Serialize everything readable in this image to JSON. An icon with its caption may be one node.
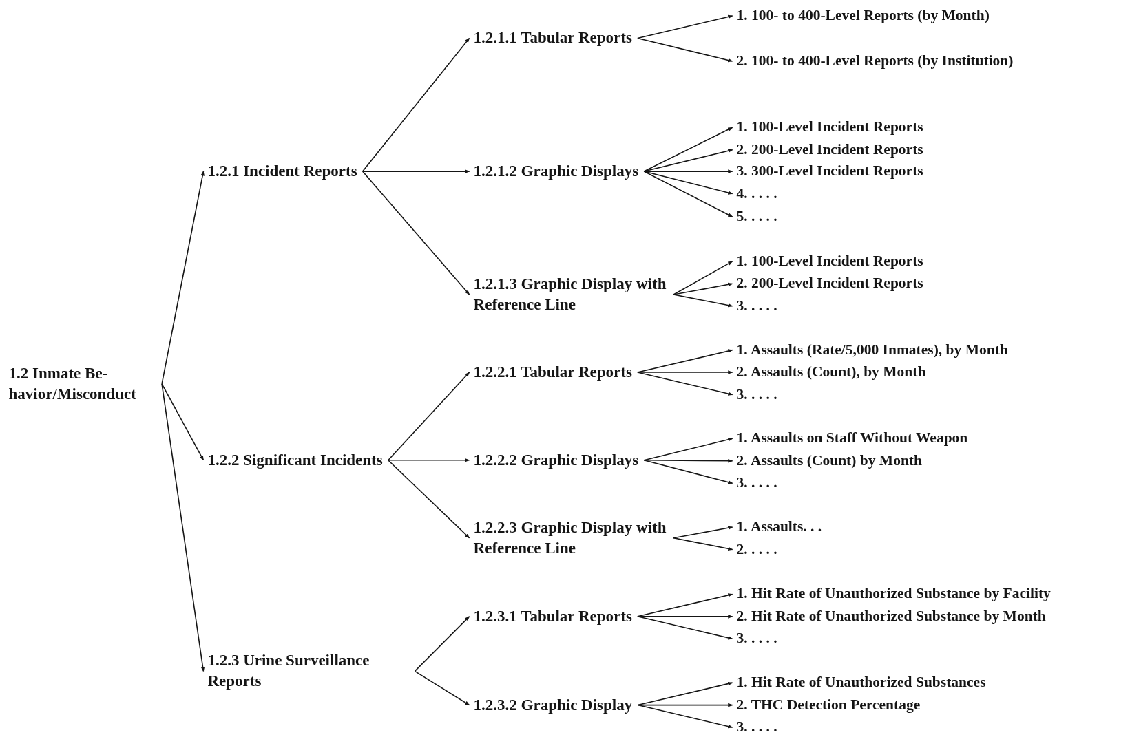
{
  "diagram": {
    "nodes": [
      {
        "text": [
          "1.2 Inmate Be- havior/Misconduct"
        ]
      },
      {
        "text": [
          "1.2.1 Incident Reports"
        ]
      },
      {
        "text": [
          "1.2.1.1 Tabular Reports"
        ]
      },
      {
        "text": [
          "1. 100- to 400-Level Reports (by Month)"
        ]
      },
      {
        "text": [
          "2. 100- to 400-Level Reports (by Institution)"
        ]
      },
      {
        "text": [
          "1.2.1.2 Graphic Displays"
        ]
      },
      {
        "text": [
          "1. 100-Level Incident Reports"
        ]
      },
      {
        "text": [
          "2. 200-Level Incident Reports"
        ]
      },
      {
        "text": [
          "3. 300-Level Incident Reports"
        ]
      },
      {
        "text": [
          "4. . . . ."
        ]
      },
      {
        "text": [
          "5. . . . ."
        ]
      },
      {
        "text": [
          "1.2.1.3 Graphic Display with Reference Line"
        ]
      },
      {
        "text": [
          "1. 100-Level Incident Reports"
        ]
      },
      {
        "text": [
          "2. 200-Level Incident Reports"
        ]
      },
      {
        "text": [
          "3. . . . ."
        ]
      },
      {
        "text": [
          "1.2.2 Significant Incidents"
        ]
      },
      {
        "text": [
          "1.2.2.1 Tabular Reports"
        ]
      },
      {
        "text": [
          "1. Assaults (Rate/5,000 Inmates), by Month"
        ]
      },
      {
        "text": [
          "2. Assaults (Count), by Month"
        ]
      },
      {
        "text": [
          "3. . . . ."
        ]
      },
      {
        "text": [
          "1.2.2.2 Graphic Displays"
        ]
      },
      {
        "text": [
          "1. Assaults on Staff Without Weapon"
        ]
      },
      {
        "text": [
          "2. Assaults (Count) by Month"
        ]
      },
      {
        "text": [
          "3. . . . ."
        ]
      },
      {
        "text": [
          "1.2.2.3 Graphic Display with Reference Line"
        ]
      },
      {
        "text": [
          "1. Assaults. . ."
        ]
      },
      {
        "text": [
          "2. . . . ."
        ]
      },
      {
        "text": [
          "1.2.3 Urine Surveillance Reports"
        ]
      },
      {
        "text": [
          "1.2.3.1 Tabular Reports"
        ]
      },
      {
        "text": [
          "1. Hit Rate of Unauthorized Substance by Facility"
        ]
      },
      {
        "text": [
          "2. Hit Rate of Unauthorized Substance by Month"
        ]
      },
      {
        "text": [
          "3. . . . ."
        ]
      },
      {
        "text": [
          "1.2.3.2 Graphic Display"
        ]
      },
      {
        "text": [
          "1. Hit Rate of Unauthorized Substances"
        ]
      },
      {
        "text": [
          "2. THC Detection Percentage"
        ]
      },
      {
        "text": [
          "3. . . . ."
        ]
      }
    ],
    "edges": [
      {
        "from": 0,
        "to": 1,
        "arrow": "to"
      },
      {
        "from": 1,
        "to": 2,
        "arrow": "to"
      },
      {
        "from": 2,
        "to": 3,
        "arrow": "to"
      },
      {
        "from": 2,
        "to": 4,
        "arrow": "to"
      },
      {
        "from": 1,
        "to": 5,
        "arrow": "to"
      },
      {
        "from": 5,
        "to": 6,
        "arrow": "to"
      },
      {
        "from": 5,
        "to": 7,
        "arrow": "to"
      },
      {
        "from": 5,
        "to": 8,
        "arrow": "to"
      },
      {
        "from": 5,
        "to": 9,
        "arrow": "to"
      },
      {
        "from": 5,
        "to": 10,
        "arrow": "to"
      },
      {
        "from": 1,
        "to": 11,
        "arrow": "to"
      },
      {
        "from": 11,
        "to": 12,
        "arrow": "to"
      },
      {
        "from": 11,
        "to": 13,
        "arrow": "to"
      },
      {
        "from": 11,
        "to": 14,
        "arrow": "to"
      },
      {
        "from": 0,
        "to": 15,
        "arrow": "to"
      },
      {
        "from": 15,
        "to": 16,
        "arrow": "to"
      },
      {
        "from": 16,
        "to": 17,
        "arrow": "to"
      },
      {
        "from": 16,
        "to": 18,
        "arrow": "to"
      },
      {
        "from": 16,
        "to": 19,
        "arrow": "to"
      },
      {
        "from": 15,
        "to": 20,
        "arrow": "to"
      },
      {
        "from": 20,
        "to": 21,
        "arrow": "to"
      },
      {
        "from": 20,
        "to": 22,
        "arrow": "to"
      },
      {
        "from": 20,
        "to": 23,
        "arrow": "to"
      },
      {
        "from": 15,
        "to": 24,
        "arrow": "to"
      },
      {
        "from": 24,
        "to": 25,
        "arrow": "to"
      },
      {
        "from": 24,
        "to": 26,
        "arrow": "to"
      },
      {
        "from": 0,
        "to": 27,
        "arrow": "to"
      },
      {
        "from": 27,
        "to": 28,
        "arrow": "to"
      },
      {
        "from": 28,
        "to": 29,
        "arrow": "to"
      },
      {
        "from": 28,
        "to": 30,
        "arrow": "to"
      },
      {
        "from": 28,
        "to": 31,
        "arrow": "to"
      },
      {
        "from": 27,
        "to": 32,
        "arrow": "to"
      },
      {
        "from": 32,
        "to": 33,
        "arrow": "to"
      },
      {
        "from": 32,
        "to": 34,
        "arrow": "to"
      },
      {
        "from": 32,
        "to": 35,
        "arrow": "to"
      }
    ]
  }
}
